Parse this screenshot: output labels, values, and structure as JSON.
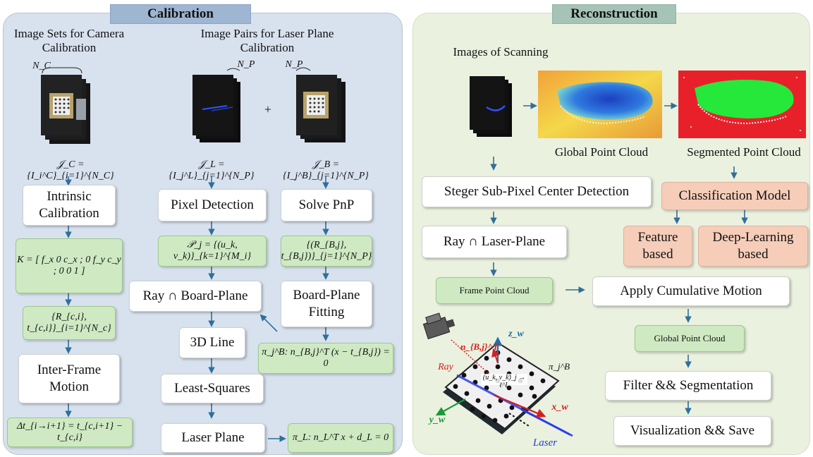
{
  "calibration": {
    "title": "Calibration",
    "image_sets_label": "Image Sets for Camera Calibration",
    "image_pairs_label": "Image Pairs for Laser Plane Calibration",
    "nc_label": "N_C",
    "np_label": "N_P",
    "plus": "+",
    "set_c": "𝒥_C = {I_i^C}_{i=1}^{N_C}",
    "set_l": "𝒥_L = {I_j^L}_{j=1}^{N_P}",
    "set_b": "𝒥_B = {I_j^B}_{j=1}^{N_P}",
    "intrinsic": "Intrinsic Calibration",
    "k_matrix": "K = [ f_x 0 c_x ; 0 f_y c_y ; 0 0 1 ]",
    "rc_set": "{R_{c,i}, t_{c,i}}_{i=1}^{N_c}",
    "inter_frame": "Inter-Frame Motion",
    "delta_t": "Δt_{i→i+1} = t_{c,i+1} − t_{c,i}",
    "pixel_detection": "Pixel Detection",
    "p_set": "𝒫_j = {(u_k, v_k)}_{k=1}^{M_i}",
    "ray_board": "Ray ∩ Board-Plane",
    "line_3d": "3D Line",
    "least_squares": "Least-Squares",
    "laser_plane": "Laser Plane",
    "pi_l": "π_L: n_L^T x + d_L = 0",
    "solve_pnp": "Solve PnP",
    "rb_set": "{(R_{B,j}, t_{B,j})}_{j=1}^{N_P}",
    "board_fit": "Board-Plane Fitting",
    "pi_b": "π_j^B: n_{B,j}^T (x − t_{B,j}) = 0"
  },
  "reconstruction": {
    "title": "Reconstruction",
    "images_scanning": "Images of Scanning",
    "global_pc_label": "Global Point Cloud",
    "segmented_pc_label": "Segmented Point Cloud",
    "steger": "Steger Sub-Pixel Center Detection",
    "ray_laser": "Ray ∩ Laser-Plane",
    "frame_pc": "Frame Point Cloud",
    "apply_motion": "Apply Cumulative Motion",
    "global_pc_box": "Global Point Cloud",
    "filter_seg": "Filter && Segmentation",
    "vis_save": "Visualization && Save",
    "classification": "Classification Model",
    "feature_based": "Feature based",
    "deep_learning": "Deep-Learning based",
    "ray_label": "Ray",
    "laser_label": "Laser",
    "zw": "z_w",
    "xw": "x_w",
    "yw": "y_w",
    "n_label": "n_{B,j}^T",
    "pi_label": "π_j^B",
    "uv_label": "(u_k, v_k)_j → ℓ^L"
  },
  "colors": {
    "calib_bg": "#d8e2ef",
    "recon_bg": "#ebf1df",
    "green_box": "#cfeac3",
    "orange_box": "#f6cdb9",
    "arrow": "#2f6f9a"
  }
}
